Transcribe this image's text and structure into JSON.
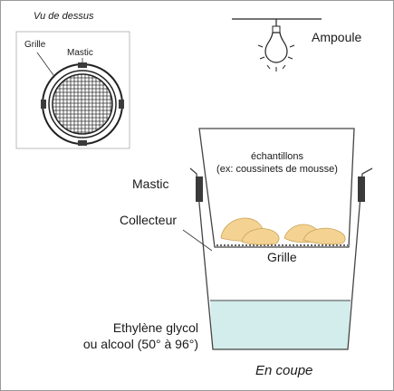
{
  "inset": {
    "title": "Vu de dessus",
    "grid_label": "Grille",
    "seal_label": "Mastic"
  },
  "labels": {
    "bulb": "Ampoule",
    "samples_line1": "échantillons",
    "samples_line2": "(ex: coussinets de mousse)",
    "seal": "Mastic",
    "collector": "Collecteur",
    "grid": "Grille",
    "liquid_line1": "Ethylène glycol",
    "liquid_line2": "ou alcool (50° à 96°)",
    "section_caption": "En coupe"
  },
  "colors": {
    "liquid": "#d3ecec",
    "sample_fill": "#f4d392",
    "sample_stroke": "#c9a35a",
    "seal": "#3a3a3a",
    "line": "#444444"
  }
}
